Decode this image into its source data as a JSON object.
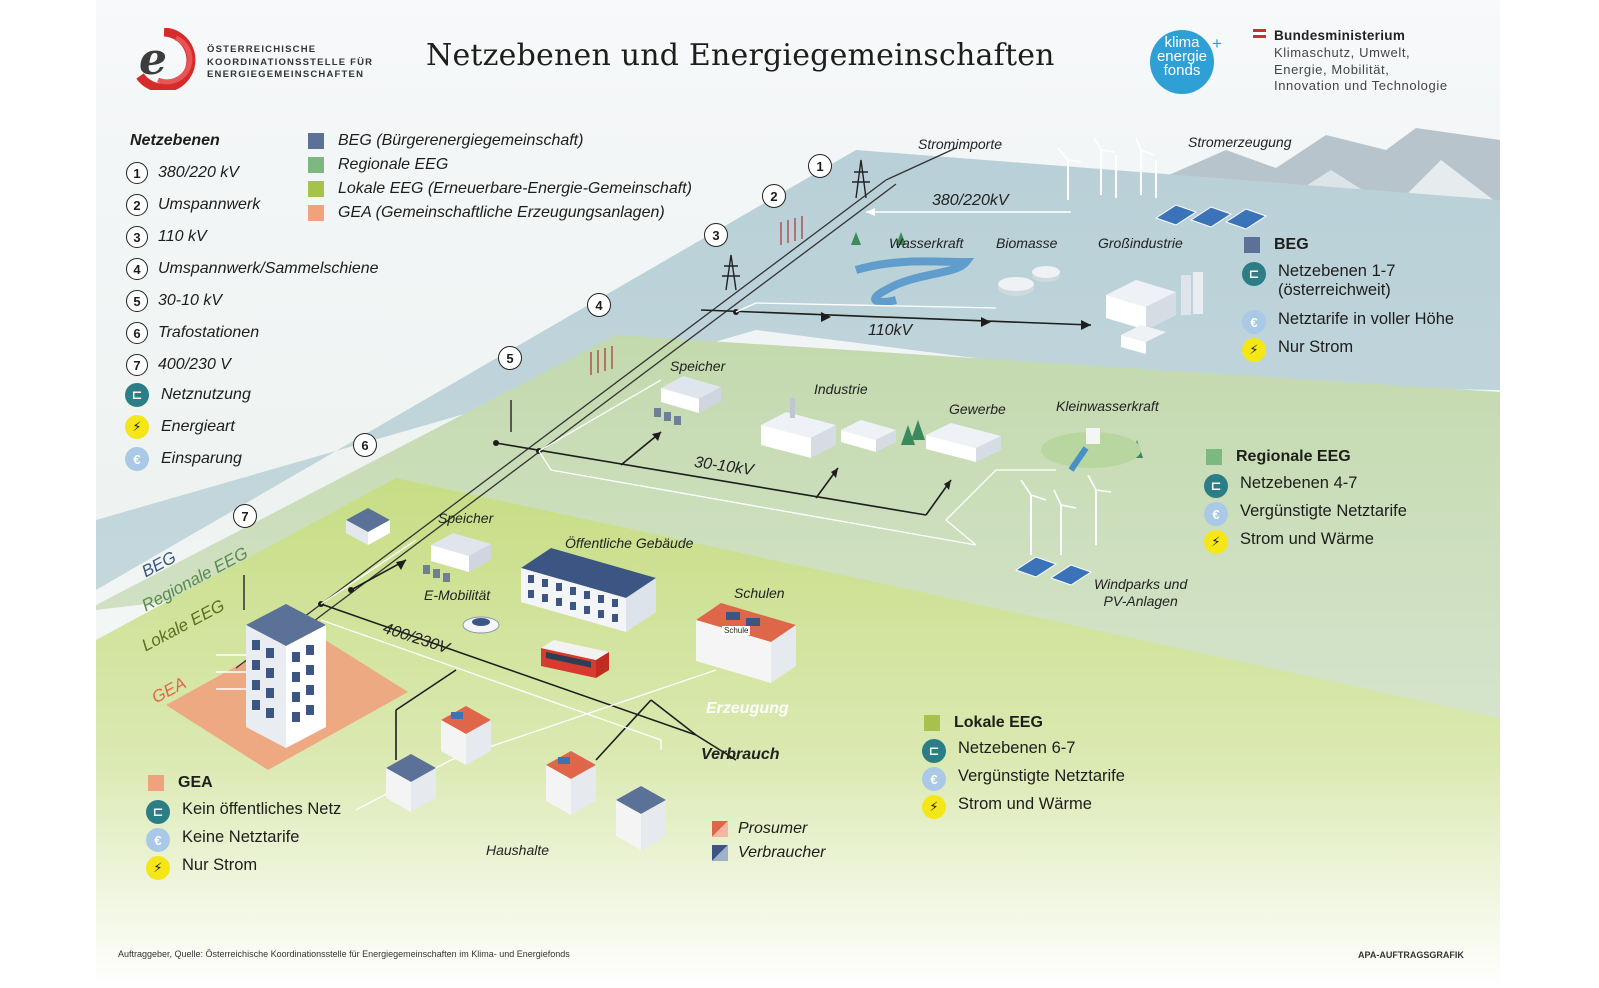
{
  "header": {
    "logo_letter": "e",
    "logo_lines": [
      "Österreichische",
      "Koordinationsstelle für",
      "Energiegemeinschaften"
    ],
    "title": "Netzebenen und Energiegemeinschaften",
    "klima_lines": [
      "klima",
      "energie",
      "fonds"
    ],
    "klima_plus": "+",
    "ministry_title": "Bundesministerium",
    "ministry_lines": [
      "Klimaschutz, Umwelt,",
      "Energie, Mobilität,",
      "Innovation und Technologie"
    ]
  },
  "legend": {
    "title": "Netzebenen",
    "levels": [
      {
        "num": "1",
        "label": "380/220 kV"
      },
      {
        "num": "2",
        "label": "Umspannwerk"
      },
      {
        "num": "3",
        "label": "110 kV"
      },
      {
        "num": "4",
        "label": "Umspannwerk/Sammelschiene"
      },
      {
        "num": "5",
        "label": "30-10 kV"
      },
      {
        "num": "6",
        "label": "Trafostationen"
      },
      {
        "num": "7",
        "label": "400/230 V"
      }
    ],
    "icons": [
      {
        "icon": "grid-usage-icon",
        "label": "Netznutzung"
      },
      {
        "icon": "energy-type-icon",
        "label": "Energieart"
      },
      {
        "icon": "euro-savings-icon",
        "label": "Einsparung"
      }
    ],
    "communities": [
      {
        "color": "#5b7198",
        "label": "BEG (Bürgerenergiegemeinschaft)"
      },
      {
        "color": "#7cb87f",
        "label": "Regionale EEG"
      },
      {
        "color": "#a7c24a",
        "label": "Lokale EEG (Erneuerbare-Energie-Gemeinschaft)"
      },
      {
        "color": "#f0a27d",
        "label": "GEA (Gemeinschaftliche Erzeugungsanlagen)"
      }
    ]
  },
  "map": {
    "level_markers": [
      "1",
      "2",
      "3",
      "4",
      "5",
      "6",
      "7"
    ],
    "labels": {
      "stromimporte": "Stromimporte",
      "stromerzeugung": "Stromerzeugung",
      "v380": "380/220kV",
      "wasserkraft": "Wasserkraft",
      "biomasse": "Biomasse",
      "grossindustrie": "Großindustrie",
      "v110": "110kV",
      "speicher_top": "Speicher",
      "industrie": "Industrie",
      "gewerbe": "Gewerbe",
      "kleinwasserkraft": "Kleinwasserkraft",
      "v30": "30-10kV",
      "windparks_1": "Windparks und",
      "windparks_2": "PV-Anlagen",
      "speicher_bottom": "Speicher",
      "oeffentliche": "Öffentliche Gebäude",
      "emobilitaet": "E-Mobilität",
      "schulen": "Schulen",
      "schule_sign": "Schule",
      "v400": "400/230V",
      "erzeugung": "Erzeugung",
      "verbrauch": "Verbrauch",
      "haushalte": "Haushalte",
      "band_beg": "BEG",
      "band_regional": "Regionale EEG",
      "band_lokal": "Lokale EEG",
      "band_gea": "GEA"
    }
  },
  "boxes": {
    "beg": {
      "color": "#5b7198",
      "title": "BEG",
      "rows": [
        {
          "icon": "grid-usage-icon",
          "text": "Netzebenen 1-7",
          "text2": "(österreichweit)"
        },
        {
          "icon": "euro-savings-icon",
          "text": "Netztarife in voller Höhe"
        },
        {
          "icon": "energy-type-icon",
          "text": "Nur Strom"
        }
      ]
    },
    "regional": {
      "color": "#7cb87f",
      "title": "Regionale EEG",
      "rows": [
        {
          "icon": "grid-usage-icon",
          "text": "Netzebenen 4-7"
        },
        {
          "icon": "euro-savings-icon",
          "text": "Vergünstigte Netztarife"
        },
        {
          "icon": "energy-type-icon",
          "text": "Strom und Wärme"
        }
      ]
    },
    "lokal": {
      "color": "#a7c24a",
      "title": "Lokale EEG",
      "rows": [
        {
          "icon": "grid-usage-icon",
          "text": "Netzebenen 6-7"
        },
        {
          "icon": "euro-savings-icon",
          "text": "Vergünstigte Netztarife"
        },
        {
          "icon": "energy-type-icon",
          "text": "Strom und Wärme"
        }
      ]
    },
    "gea": {
      "color": "#f0a27d",
      "title": "GEA",
      "rows": [
        {
          "icon": "grid-usage-icon",
          "text": "Kein öffentliches Netz"
        },
        {
          "icon": "euro-savings-icon",
          "text": "Keine Netztarife"
        },
        {
          "icon": "energy-type-icon",
          "text": "Nur Strom"
        }
      ]
    }
  },
  "house_legend": {
    "prosumer": "Prosumer",
    "verbraucher": "Verbraucher"
  },
  "footer": {
    "source": "Auftraggeber, Quelle: Österreichische Koordinationsstelle für Energiegemeinschaften im Klima- und Energiefonds",
    "credit": "APA-AUFTRAGSGRAFIK"
  }
}
